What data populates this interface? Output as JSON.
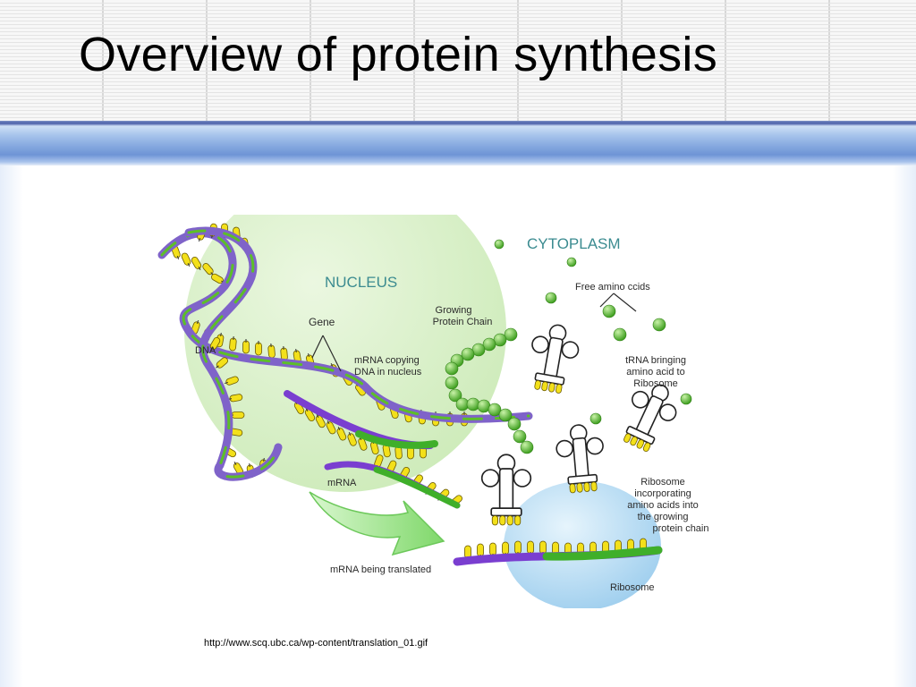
{
  "slide": {
    "title": "Overview of protein synthesis",
    "caption": "http://www.scq.ubc.ca/wp-content/translation_01.gif"
  },
  "diagram": {
    "labels": {
      "cytoplasm": "CYTOPLASM",
      "nucleus": "NUCLEUS",
      "gene": "Gene",
      "dna": "DNA",
      "mrna_copying_1": "mRNA copying",
      "mrna_copying_2": "DNA in nucleus",
      "growing_1": "Growing",
      "growing_2": "Protein Chain",
      "free_amino": "Free amino ccids",
      "trna_1": "tRNA bringing",
      "trna_2": "amino acid to",
      "trna_3": "Ribosome",
      "mrna": "mRNA",
      "incorp_1": "Ribosome",
      "incorp_2": "incorporating",
      "incorp_3": "amino acids into",
      "incorp_4": "the growing",
      "incorp_5": "protein chain",
      "mrna_translated": "mRNA being translated",
      "ribosome": "Ribosome"
    },
    "colors": {
      "nucleus": "#d3efc2",
      "strand_purple": "#7f63c9",
      "strand_green": "#5cbf28",
      "base_yellow": "#f3e01a",
      "amino_green": "#4fb52a",
      "ribosome_blue": "#a9d6f2",
      "arrow_green": "#8fe07a"
    }
  }
}
